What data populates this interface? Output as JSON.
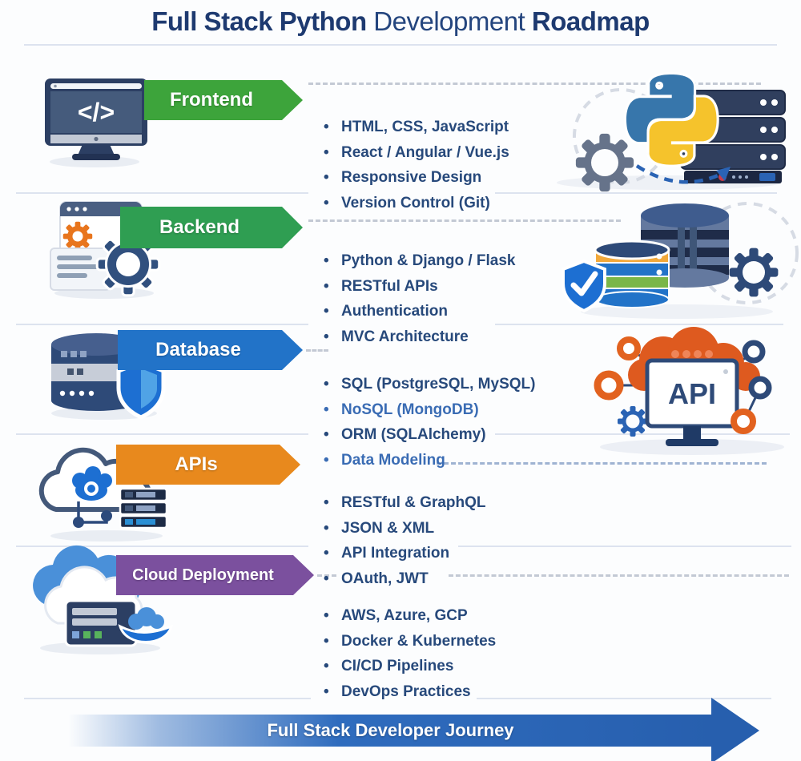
{
  "title": {
    "bold_lead": "Full Stack Python",
    "regular_mid": "Development",
    "bold_tail": "Roadmap"
  },
  "sections": [
    {
      "id": "frontend",
      "label": "Frontend",
      "banner_color": "#3da43b",
      "icon": "monitor-code-icon",
      "items": [
        "HTML, CSS, JavaScript",
        "React / Angular / Vue.js",
        "Responsive Design",
        "Version Control (Git)"
      ]
    },
    {
      "id": "backend",
      "label": "Backend",
      "banner_color": "#2f9e52",
      "icon": "browser-gears-icon",
      "items": [
        "Python & Django / Flask",
        "RESTful APIs",
        "Authentication",
        "MVC Architecture"
      ]
    },
    {
      "id": "database",
      "label": "Database",
      "banner_color": "#2273c8",
      "icon": "database-shield-icon",
      "items": [
        "SQL (PostgreSQL, MySQL)",
        "NoSQL (MongoDB)",
        "ORM (SQLAlchemy)",
        "Data Modeling"
      ]
    },
    {
      "id": "apis",
      "label": "APIs",
      "banner_color": "#e8891d",
      "icon": "cloud-network-server-icon",
      "items": [
        "RESTful & GraphQL",
        "JSON & XML",
        "API Integration",
        "OAuth, JWT"
      ]
    },
    {
      "id": "cloud_deployment",
      "label": "Cloud Deployment",
      "banner_color": "#7b509e",
      "icon": "cloud-server-deploy-icon",
      "items": [
        "AWS, Azure, GCP",
        "Docker & Kubernetes",
        "CI/CD Pipelines",
        "DevOps Practices"
      ]
    }
  ],
  "illustrations": {
    "api_monitor_label": "API"
  },
  "footer": {
    "label": "Full Stack Developer Journey"
  },
  "colors": {
    "title_navy": "#1e3a70",
    "bullet_text": "#27497b",
    "bullet_text_light": "#3a6cb4",
    "frontend_green": "#3da43b",
    "backend_green": "#2f9e52",
    "database_blue": "#2273c8",
    "apis_orange": "#e8891d",
    "cloud_purple": "#7b509e",
    "journey_blue": "#275fae",
    "python_blue": "#3776ab",
    "python_yellow": "#f5c32c",
    "accent_orange": "#de5a1f"
  }
}
